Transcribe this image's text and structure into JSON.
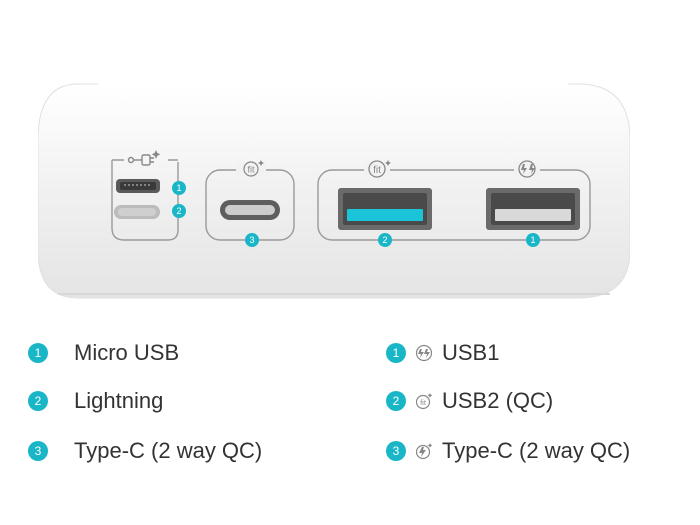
{
  "ports": [
    {
      "badge": "1"
    },
    {
      "badge": "2"
    },
    {
      "badge": "3"
    },
    {
      "badge": "2"
    },
    {
      "badge": "1"
    }
  ],
  "port_icons": {
    "fit_label_small": "fit",
    "fit_label": "fit"
  },
  "legend_left": [
    {
      "num": "1",
      "label": "Micro USB"
    },
    {
      "num": "2",
      "label": "Lightning"
    },
    {
      "num": "3",
      "label": "Type-C (2 way QC)"
    }
  ],
  "legend_right": [
    {
      "num": "1",
      "label": "USB1",
      "icon": "qc-lightning-icon"
    },
    {
      "num": "2",
      "label": "USB2 (QC)",
      "icon": "fit-icon"
    },
    {
      "num": "3",
      "label": "Type-C (2 way QC)",
      "icon": "fit-lightning-icon"
    }
  ],
  "colors": {
    "accent": "#19b6c8",
    "device_body": "#f2f2f2",
    "text": "#333333"
  }
}
